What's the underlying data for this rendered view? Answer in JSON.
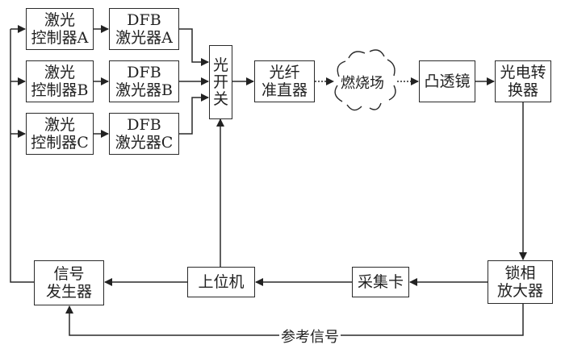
{
  "diagram": {
    "laser_controllers": [
      {
        "line1": "激光",
        "line2": "控制器A"
      },
      {
        "line1": "激光",
        "line2": "控制器B"
      },
      {
        "line1": "激光",
        "line2": "控制器C"
      }
    ],
    "dfb_lasers": [
      {
        "line1": "DFB",
        "line2": "激光器A"
      },
      {
        "line1": "DFB",
        "line2": "激光器B"
      },
      {
        "line1": "DFB",
        "line2": "激光器C"
      }
    ],
    "optical_switch": {
      "chars": [
        "光",
        "开",
        "关"
      ]
    },
    "collimator": {
      "line1": "光纤",
      "line2": "准直器"
    },
    "combustion_field": {
      "label": "燃烧场"
    },
    "convex_lens": {
      "label": "凸透镜"
    },
    "photoelectric_converter": {
      "line1": "光电转",
      "line2": "换器"
    },
    "lock_in_amplifier": {
      "line1": "锁相",
      "line2": "放大器"
    },
    "daq_card": {
      "label": "采集卡"
    },
    "host_computer": {
      "label": "上位机"
    },
    "signal_generator": {
      "line1": "信号",
      "line2": "发生器"
    },
    "reference_signal": {
      "label": "参考信号"
    }
  }
}
